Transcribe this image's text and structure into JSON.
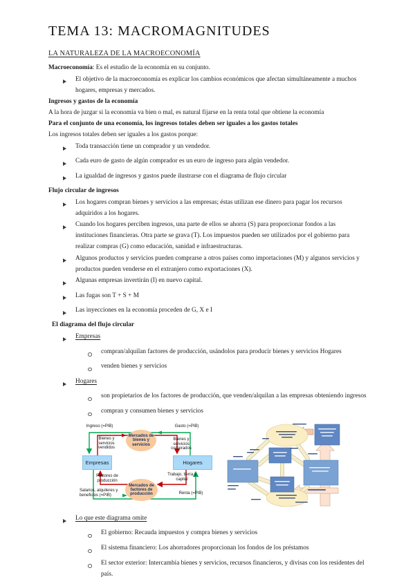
{
  "document": {
    "title": "TEMA 13: MACROMAGNITUDES",
    "markers": {
      "level1": "➢",
      "level2": "○"
    },
    "blocks": [
      {
        "type": "heading_underline",
        "text": "LA NATURALEZA DE LA MACROECONOMÍA"
      },
      {
        "type": "lead_paragraph",
        "lead": "Macroeconomía",
        "rest": ": Es el estudio de la economía en su conjunto."
      },
      {
        "type": "bullet1",
        "text": "El objetivo de la macroeconomía es explicar los cambios económicos que afectan simultáneamente a muchos hogares, empresas y mercados."
      },
      {
        "type": "bold_heading",
        "text": "Ingresos y gastos de la economía"
      },
      {
        "type": "paragraph",
        "text": "A la hora de juzgar si la economía va bien o mal, es natural fijarse en la renta total que obtiene la economía"
      },
      {
        "type": "bold_heading",
        "text": "Para el conjunto de una economía, los ingresos totales deben ser iguales a los gastos totales"
      },
      {
        "type": "paragraph",
        "text": "Los ingresos totales deben ser iguales a los gastos porque:"
      },
      {
        "type": "bullet1",
        "text": "Toda transacción tiene un comprador y un vendedor."
      },
      {
        "type": "bullet1",
        "text": "Cada euro de gasto de algún comprador es un euro de ingreso para algún vendedor."
      },
      {
        "type": "bullet1",
        "text": "La igualdad de ingresos y gastos puede ilustrarse con el diagrama de flujo circular"
      },
      {
        "type": "bold_heading",
        "text": "Flujo circular de ingresos"
      },
      {
        "type": "bullet1",
        "text": "Los hogares compran bienes y servicios a las empresas; éstas utilizan ese dinero para pagar los recursos adquiridos a los hogares."
      },
      {
        "type": "bullet1",
        "text": "Cuando los hogares perciben ingresos, una parte de ellos se ahorra (S) para proporcionar fondos a las instituciones financieras. Otra parte se grava (T). Los impuestos pueden ser utilizados por el gobierno para realizar compras (G) como educación, sanidad e infraestructuras."
      },
      {
        "type": "bullet1",
        "text": "Algunos productos y servicios pueden comprarse a otros países como importaciones (M) y algunos servicios y productos pueden venderse en el extranjero como exportaciones (X)."
      },
      {
        "type": "bullet1",
        "text": "Algunas empresas invertirán (I) en nuevo capital."
      },
      {
        "type": "bullet1",
        "text": "Las fugas son T + S + M"
      },
      {
        "type": "bullet1",
        "text": "Las inyecciones en la economía proceden de G, X e I"
      },
      {
        "type": "bold_heading_indent",
        "text": "El diagrama del flujo circular"
      },
      {
        "type": "bullet1_underline",
        "text": "Empresas"
      },
      {
        "type": "bullet2",
        "text": "compran/alquilan factores de producción, usándolos para producir bienes y servicios Hogares"
      },
      {
        "type": "bullet2",
        "text": "venden bienes y servicios"
      },
      {
        "type": "bullet1_underline",
        "text": "Hogares"
      },
      {
        "type": "bullet2",
        "text": "son propietarios de los factores de producción, que venden/alquilan a las empresas obteniendo ingresos"
      },
      {
        "type": "bullet2",
        "text": "compran y consumen bienes y servicios"
      },
      {
        "type": "bullet1_underline",
        "text": "Lo que este diagrama omite"
      },
      {
        "type": "bullet2",
        "text": "El gobierno: Recauda impuestos y compra bienes y servicios"
      },
      {
        "type": "bullet2",
        "text": "El sistema financiero: Los ahorradores proporcionan los fondos de los préstamos"
      },
      {
        "type": "bullet2",
        "text": "El sector exterior: Intercambia bienes y servicios, recursos financieros, y divisas con los residentes del país."
      }
    ],
    "left_diagram": {
      "ingreso": "Ingreso (=PIB)",
      "gasto": "Gasto (=PIB)",
      "mercado_bienes": "Mercados de bienes y servicios",
      "empresas": "Empresas",
      "hogares": "Hogares",
      "mercado_factores": "Mercados de factores de producción",
      "bienes_vendidos": "Bienes y servicios vendidos",
      "bienes_comprados": "Bienes y servicios comprados",
      "factores": "Factores de producción",
      "trabajo": "Trabajo, tierra y capital",
      "salarios": "Salarios, alquileres y beneficios (=PIB)",
      "renta": "Renta (=PIB)"
    },
    "colors": {
      "money_arrow": "#00a650",
      "goods_arrow": "#c00000",
      "market_fill": "#f8c99c",
      "agent_fill": "#abd9f8",
      "diagram2_box": "#6d93c8",
      "diagram2_market": "#fbeec5",
      "diagram2_arrow": "#f7dcc9"
    }
  }
}
